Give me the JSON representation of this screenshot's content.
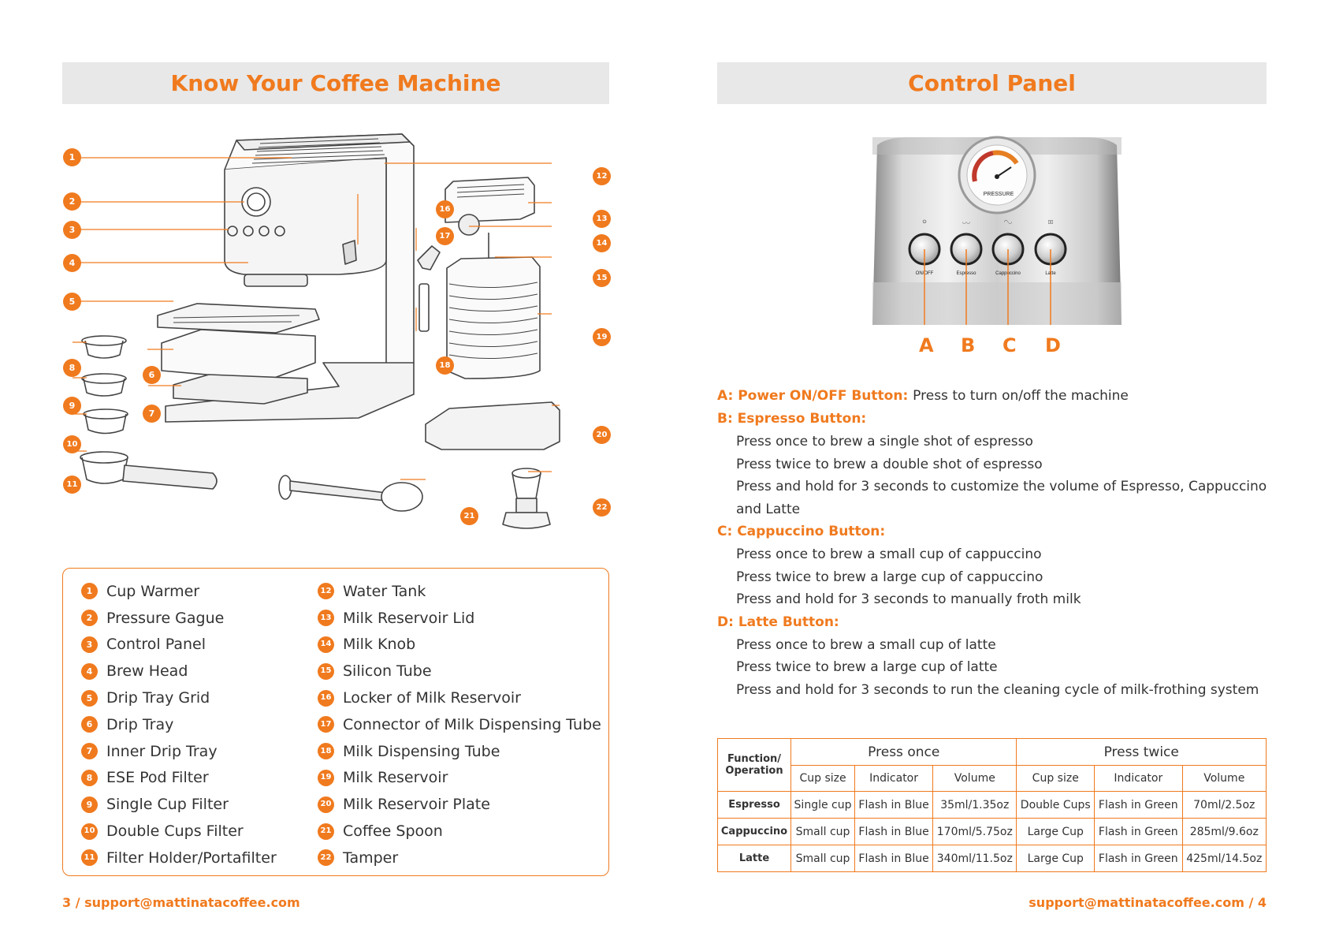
{
  "left": {
    "title": "Know Your Coffee Machine",
    "footer": "3 / support@mattinatacoffee.com",
    "parts_col1": [
      {
        "num": "1",
        "label": "Cup Warmer"
      },
      {
        "num": "2",
        "label": "Pressure Gague"
      },
      {
        "num": "3",
        "label": "Control Panel"
      },
      {
        "num": "4",
        "label": "Brew Head"
      },
      {
        "num": "5",
        "label": "Drip Tray Grid"
      },
      {
        "num": "6",
        "label": "Drip Tray"
      },
      {
        "num": "7",
        "label": "Inner Drip Tray"
      },
      {
        "num": "8",
        "label": "ESE Pod Filter"
      },
      {
        "num": "9",
        "label": "Single Cup Filter"
      },
      {
        "num": "10",
        "label": "Double Cups Filter"
      },
      {
        "num": "11",
        "label": "Filter Holder/Portafilter"
      }
    ],
    "parts_col2": [
      {
        "num": "12",
        "label": "Water Tank"
      },
      {
        "num": "13",
        "label": "Milk Reservoir Lid"
      },
      {
        "num": "14",
        "label": "Milk Knob"
      },
      {
        "num": "15",
        "label": "Silicon Tube"
      },
      {
        "num": "16",
        "label": "Locker of Milk Reservoir"
      },
      {
        "num": "17",
        "label": "Connector of Milk Dispensing Tube"
      },
      {
        "num": "18",
        "label": "Milk Dispensing Tube"
      },
      {
        "num": "19",
        "label": "Milk Reservoir"
      },
      {
        "num": "20",
        "label": "Milk Reservoir Plate"
      },
      {
        "num": "21",
        "label": "Coffee Spoon"
      },
      {
        "num": "22",
        "label": "Tamper"
      }
    ]
  },
  "right": {
    "title": "Control Panel",
    "footer": "support@mattinatacoffee.com / 4",
    "panel": {
      "gauge_text": "PRESSURE",
      "buttons": [
        {
          "caption": "ON/OFF",
          "letter": "A"
        },
        {
          "caption": "Espresso",
          "letter": "B"
        },
        {
          "caption": "Cappuccino",
          "letter": "C"
        },
        {
          "caption": "Latte",
          "letter": "D"
        }
      ]
    },
    "descriptions": {
      "a_head": "A: Power ON/OFF Button:",
      "a_text": "Press to turn on/off the machine",
      "b_head": "B: Espresso Button:",
      "b_lines": [
        "Press once to brew a single shot of espresso",
        "Press twice to brew a double shot of espresso",
        "Press and hold for 3 seconds to customize the volume of Espresso, Cappuccino",
        "and Latte"
      ],
      "c_head": "C: Cappuccino Button:",
      "c_lines": [
        "Press once to brew a small cup of cappuccino",
        "Press twice to brew a large cup of cappuccino",
        "Press and hold for 3 seconds to manually froth milk"
      ],
      "d_head": "D: Latte Button:",
      "d_lines": [
        "Press once to brew a small cup of latte",
        "Press twice to brew a large cup of latte",
        "Press and hold for 3 seconds to run the cleaning cycle of milk-frothing system"
      ]
    },
    "table": {
      "corner": "Function/ Operation",
      "group1": "Press once",
      "group2": "Press twice",
      "sub": [
        "Cup size",
        "Indicator",
        "Volume",
        "Cup size",
        "Indicator",
        "Volume"
      ],
      "rows": [
        {
          "name": "Espresso",
          "cells": [
            "Single cup",
            "Flash in Blue",
            "35ml/1.35oz",
            "Double Cups",
            "Flash in Green",
            "70ml/2.5oz"
          ]
        },
        {
          "name": "Cappuccino",
          "cells": [
            "Small cup",
            "Flash in Blue",
            "170ml/5.75oz",
            "Large Cup",
            "Flash in Green",
            "285ml/9.6oz"
          ]
        },
        {
          "name": "Latte",
          "cells": [
            "Small cup",
            "Flash in Blue",
            "340ml/11.5oz",
            "Large Cup",
            "Flash in Green",
            "425ml/14.5oz"
          ]
        }
      ]
    }
  },
  "colors": {
    "accent": "#f07a1e",
    "banner": "#e8e8e8",
    "text": "#333333"
  }
}
